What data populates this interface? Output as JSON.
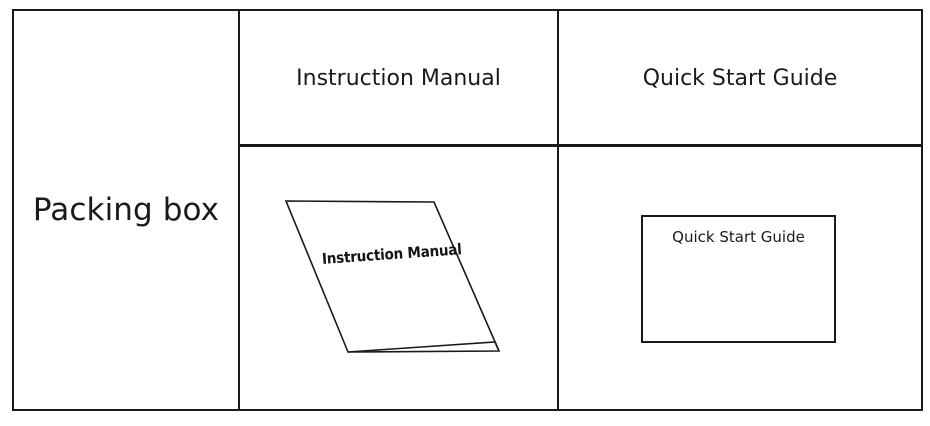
{
  "diagram": {
    "type": "table-illustration",
    "colors": {
      "line": "#1a1a1a",
      "background": "#ffffff",
      "text": "#1a1a1a"
    },
    "row_header": {
      "cells": [
        {
          "label": "",
          "name": "corner-cell"
        },
        {
          "label": "Instruction Manual",
          "name": "header-instruction-manual"
        },
        {
          "label": "Quick Start Guide",
          "name": "header-quick-start-guide"
        }
      ]
    },
    "row_body": {
      "left_label": "Packing box",
      "cells": [
        {
          "name": "instruction-manual-illustration",
          "shape": "parallelogram",
          "caption": "Instruction Manual"
        },
        {
          "name": "quick-start-guide-illustration",
          "shape": "rectangle",
          "caption": "Quick Start Guide"
        }
      ]
    }
  }
}
